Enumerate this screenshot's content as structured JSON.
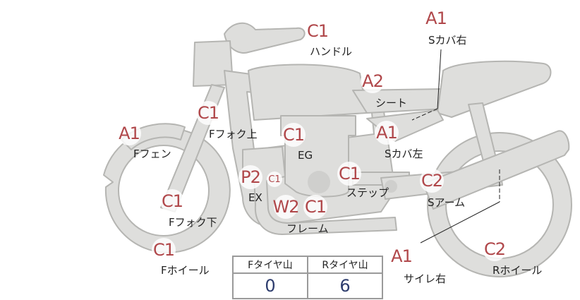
{
  "colors": {
    "body": "#dededc",
    "outline": "#b5b5b2",
    "marker_text": "#b0474a",
    "value_text": "#2e3d6e"
  },
  "parts": [
    {
      "id": "handle",
      "grade": "C1",
      "label": "ハンドル"
    },
    {
      "id": "s-cover-r",
      "grade": "A1",
      "label": "Sカバ右"
    },
    {
      "id": "seat",
      "grade": "A2",
      "label": "シート"
    },
    {
      "id": "f-fork-upper",
      "grade": "C1",
      "label": "Fフォク上"
    },
    {
      "id": "f-fender",
      "grade": "A1",
      "label": "Fフェン"
    },
    {
      "id": "eg",
      "grade": "C1",
      "label": "EG"
    },
    {
      "id": "s-cover-l",
      "grade": "A1",
      "label": "Sカバ左"
    },
    {
      "id": "ex",
      "grade": "P2",
      "label": "EX"
    },
    {
      "id": "ex-sub",
      "grade": "C1",
      "label": ""
    },
    {
      "id": "step",
      "grade": "C1",
      "label": "ステップ"
    },
    {
      "id": "s-arm",
      "grade": "C2",
      "label": "Sアーム"
    },
    {
      "id": "f-fork-lower",
      "grade": "C1",
      "label": "Fフォク下"
    },
    {
      "id": "frame-w",
      "grade": "W2",
      "label": ""
    },
    {
      "id": "frame",
      "grade": "C1",
      "label": "フレーム"
    },
    {
      "id": "f-wheel",
      "grade": "C1",
      "label": "Fホイール"
    },
    {
      "id": "silencer-r",
      "grade": "A1",
      "label": "サイレ右"
    },
    {
      "id": "r-wheel",
      "grade": "C2",
      "label": "Rホイール"
    }
  ],
  "tire_table": {
    "headers": [
      "Fタイヤ山",
      "Rタイヤ山"
    ],
    "values": [
      "0",
      "6"
    ]
  }
}
